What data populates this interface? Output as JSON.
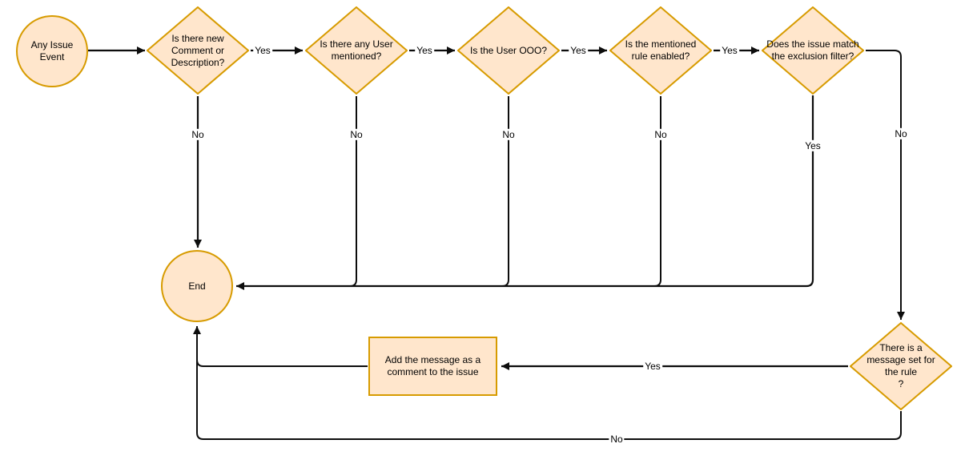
{
  "diagram": {
    "colors": {
      "node_fill": "#ffe6cc",
      "node_stroke": "#d79b00",
      "edge_color": "#0d0d0d"
    },
    "nodes": {
      "start": {
        "type": "circle",
        "label": "Any Issue Event"
      },
      "new_comment": {
        "type": "diamond",
        "label": "Is there new Comment or Description?"
      },
      "user_mentioned": {
        "type": "diamond",
        "label": "Is there any User mentioned?"
      },
      "user_ooo": {
        "type": "diamond",
        "label": "Is the User OOO?"
      },
      "rule_enabled": {
        "type": "diamond",
        "label": "Is the mentioned rule enabled?"
      },
      "exclusion_filter": {
        "type": "diamond",
        "label": "Does the issue match the exclusion filter?"
      },
      "message_set": {
        "type": "diamond",
        "label": "There is a message set for the rule\n?"
      },
      "add_comment": {
        "type": "rect",
        "label": "Add the message as a comment to the issue"
      },
      "end": {
        "type": "circle",
        "label": "End"
      }
    },
    "edge_labels": {
      "comment_yes": "Yes",
      "comment_no": "No",
      "mentioned_yes": "Yes",
      "mentioned_no": "No",
      "ooo_yes": "Yes",
      "ooo_no": "No",
      "enabled_yes": "Yes",
      "enabled_no": "No",
      "filter_yes": "Yes",
      "filter_no": "No",
      "message_yes": "Yes",
      "message_no": "No"
    }
  }
}
